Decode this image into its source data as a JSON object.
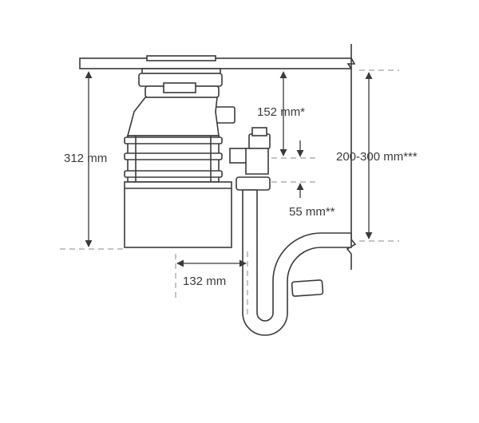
{
  "dimensions": {
    "unit_height": "312 mm",
    "sink_to_inlet": "152 mm*",
    "inlet_to_outlet": "55 mm**",
    "sink_to_trap": "200-300 mm***",
    "center_to_drain": "132 mm"
  },
  "colors": {
    "stroke": "#3a3a3a",
    "fill": "#ffffff",
    "dash": "#8a8a8a"
  }
}
